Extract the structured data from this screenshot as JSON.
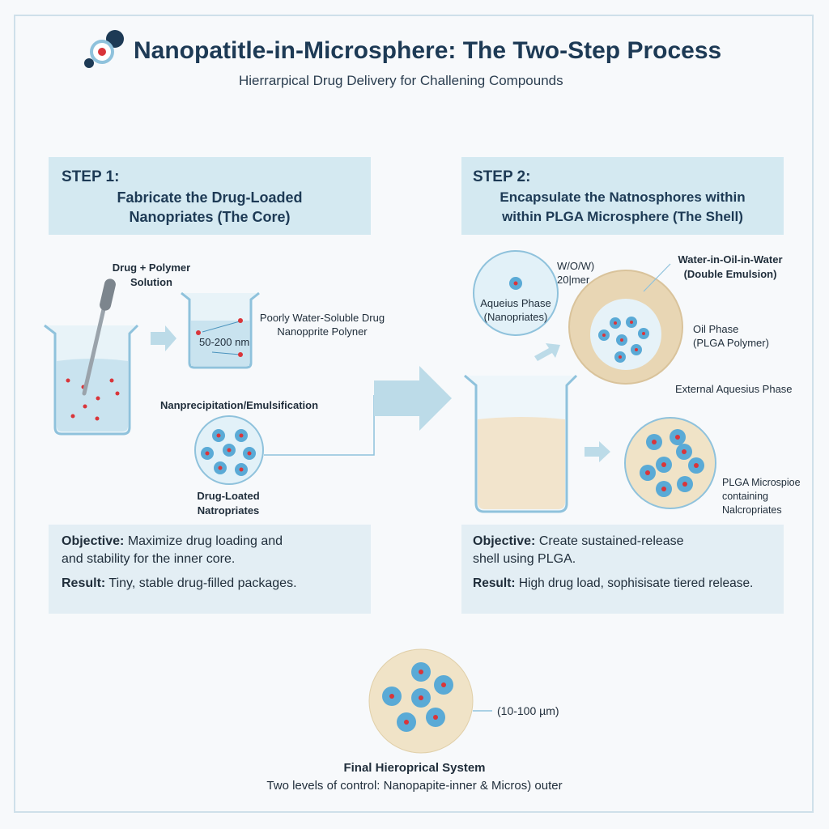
{
  "header": {
    "title": "Nanopatitle-in-Microsphere: The Two-Step Process",
    "subtitle": "Hierrarpical Drug Delivery for Challening Compounds"
  },
  "step1": {
    "label": "STEP 1:",
    "text_line1": "Fabricate the Drug-Loaded",
    "text_line2": "Nanopriates (The Core)",
    "drug_polymer_line1": "Drug + Polymer",
    "drug_polymer_line2": "Solution",
    "size_label": "50-200 nm",
    "poorly_line1": "Poorly Water-Soluble Drug",
    "poorly_line2": "Nanopprite Polyner",
    "method": "Nanprecipitation/Emulsification",
    "result_line1": "Drug-Loated",
    "result_line2": "Natropriates",
    "objective_label": "Objective:",
    "objective_text1": "Maximize drug loading and",
    "objective_text2": "and stability for the inner core.",
    "result_label": "Result:",
    "result_text": "Tiny, stable drug-filled packages."
  },
  "step2": {
    "label": "STEP 2:",
    "text_line1": "Encapsulate the Natnosphores within",
    "text_line2": "within PLGA Microsphere (The Shell)",
    "aq_phase_line1": "Aqueius Phase",
    "aq_phase_line2": "(Nanopriates)",
    "wow_line1": "W/O/W)",
    "wow_line2": "20|mer",
    "double_line1": "Water-in-Oil-in-Water",
    "double_line2": "(Double Emulsion)",
    "oil_line1": "Oil Phase",
    "oil_line2": "(PLGA Polymer)",
    "external": "External Aquesius Phase",
    "micro_line1": "PLGA Microspioe",
    "micro_line2": "containing",
    "micro_line3": "Nalcropriates",
    "objective_label": "Objective:",
    "objective_text1": "Create sustained-release",
    "objective_text2": "shell using PLGA.",
    "result_label": "Result:",
    "result_text": "High drug load, sophisisate tiered release."
  },
  "final": {
    "size": "(10-100 µm)",
    "title": "Final Hieroprical System",
    "desc": "Two levels of control: Nanopapite-inner & Micros) outer"
  },
  "colors": {
    "step_box": "#d4e9f1",
    "info_box": "#e3eef4",
    "nano_blue": "#5aaad6",
    "drug_red": "#d9353a",
    "microsphere": "#f0e3c7",
    "arrow": "#bcdbe8"
  }
}
